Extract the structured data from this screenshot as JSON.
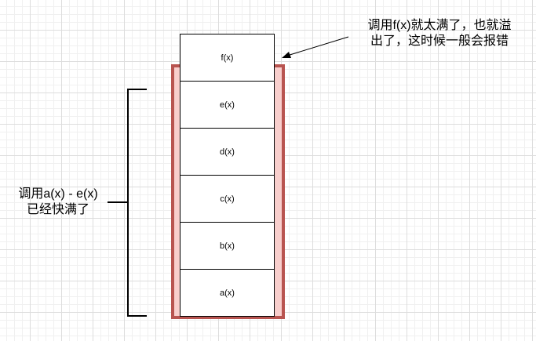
{
  "stack": {
    "frames": [
      {
        "label": "f(x)"
      },
      {
        "label": "e(x)"
      },
      {
        "label": "d(x)"
      },
      {
        "label": "c(x)"
      },
      {
        "label": "b(x)"
      },
      {
        "label": "a(x)"
      }
    ],
    "outline_color": "#b85450",
    "outline_fill": "#f8cecc"
  },
  "annotations": {
    "overflow_note": {
      "line1": "调用f(x)就太满了，也就溢",
      "line2": "出了，这时候一般会报错"
    },
    "full_note": {
      "line1": "调用a(x) - e(x)",
      "line2": "已经快满了"
    }
  }
}
